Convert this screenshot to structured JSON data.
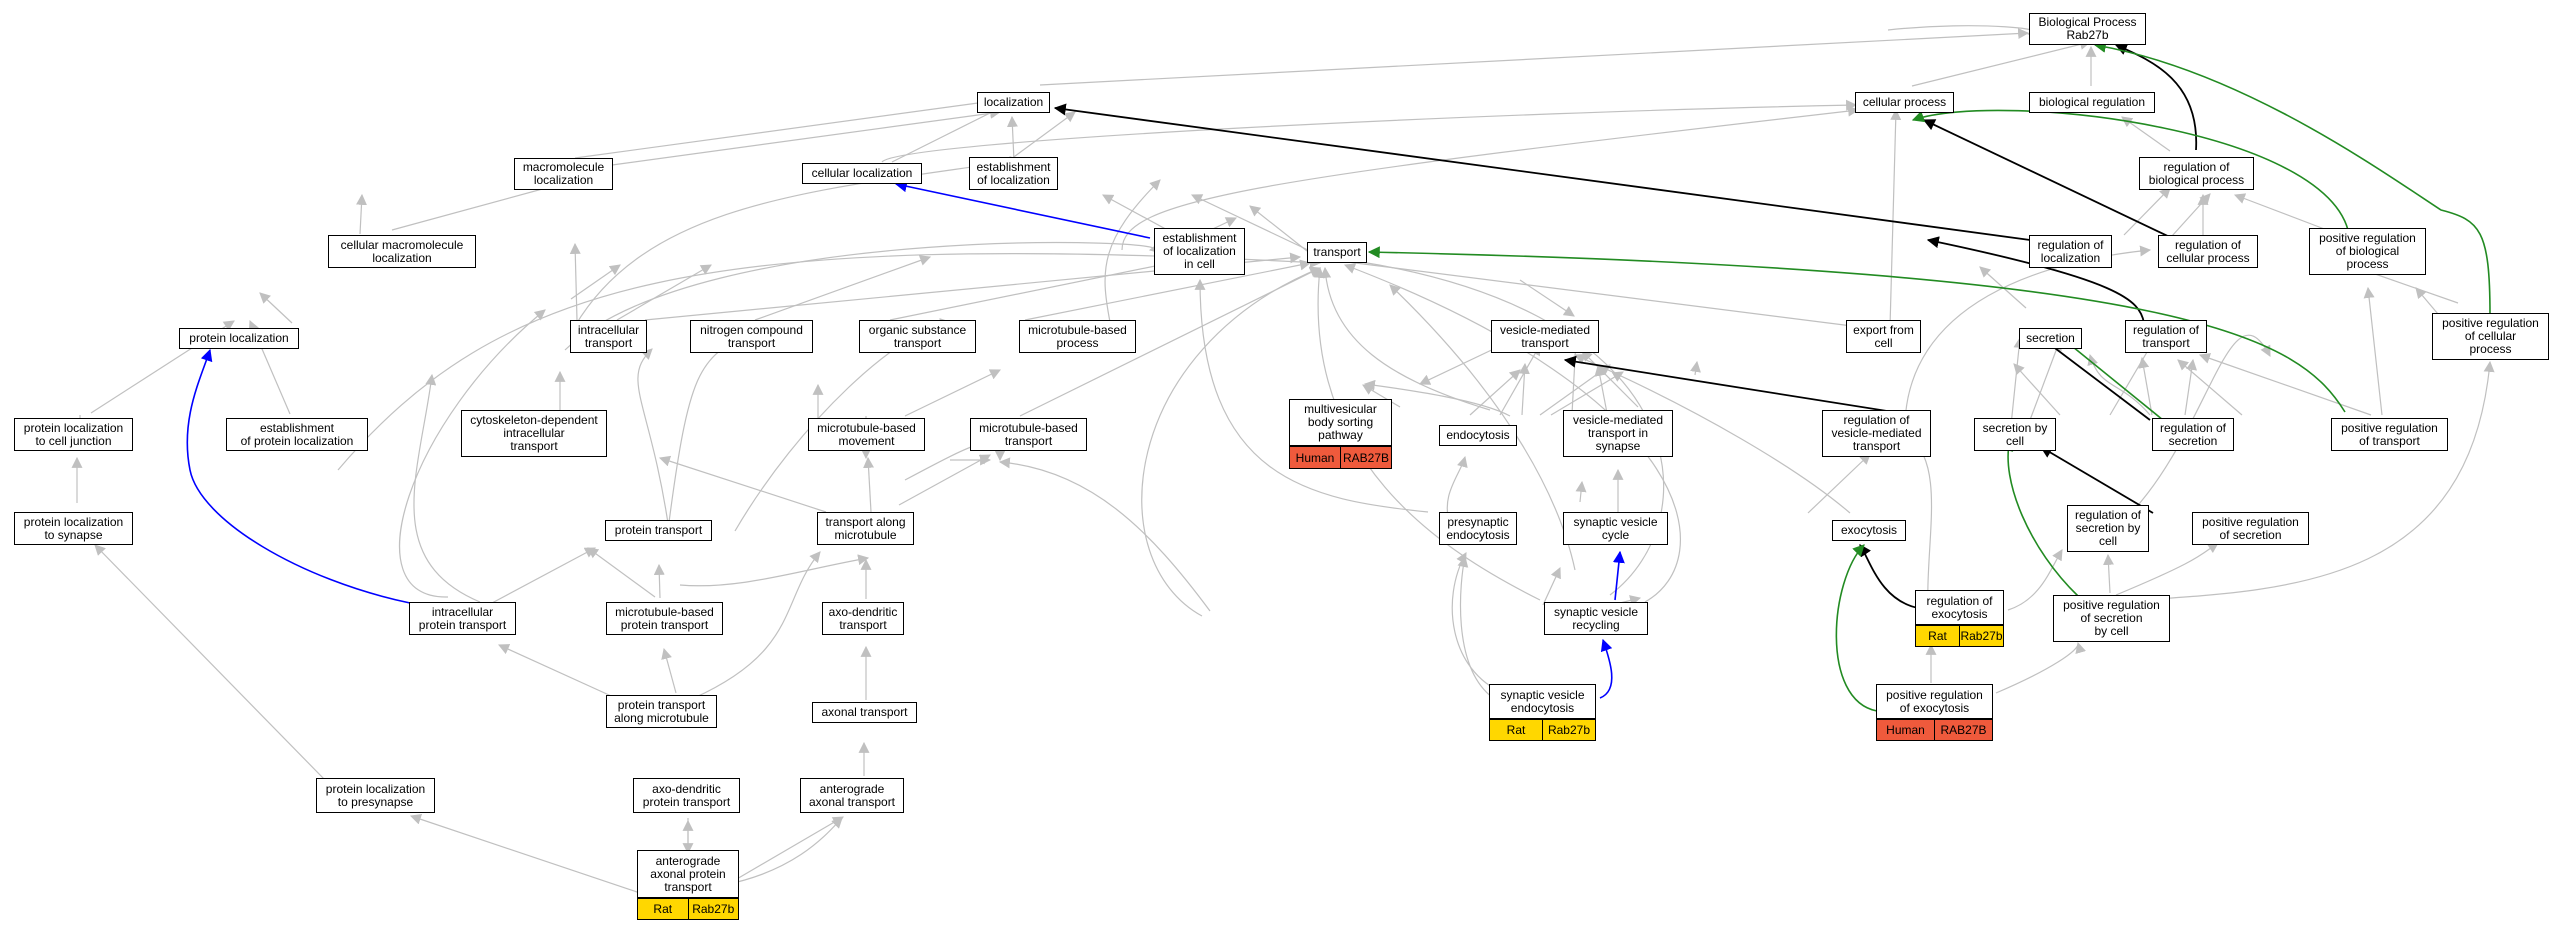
{
  "colors": {
    "gray": "#c0c0c0",
    "black": "#000000",
    "blue": "#0000ff",
    "green": "#228b22",
    "rat": "#ffd700",
    "human": "#ef5a3c"
  },
  "nodes": {
    "bp": "Biological Process\nRab27b",
    "cellular_process": "cellular process",
    "biological_regulation": "biological regulation",
    "localization": "localization",
    "macromolecule_localization": "macromolecule\nlocalization",
    "cellular_localization": "cellular localization",
    "establishment_of_localization": "establishment\nof localization",
    "regulation_of_biological_process": "regulation of\nbiological process",
    "cellular_macromolecule_localization": "cellular macromolecule\nlocalization",
    "establishment_of_localization_in_cell": "establishment\nof localization\nin cell",
    "transport": "transport",
    "regulation_of_localization": "regulation of\nlocalization",
    "regulation_of_cellular_process": "regulation of\ncellular process",
    "positive_regulation_of_biological_process": "positive regulation\nof biological\nprocess",
    "protein_localization": "protein localization",
    "intracellular_transport": "intracellular\ntransport",
    "nitrogen_compound_transport": "nitrogen compound\ntransport",
    "organic_substance_transport": "organic substance\ntransport",
    "microtubule_based_process": "microtubule-based\nprocess",
    "vesicle_mediated_transport": "vesicle-mediated\ntransport",
    "export_from_cell": "export from\ncell",
    "secretion": "secretion",
    "regulation_of_transport": "regulation of\ntransport",
    "positive_regulation_of_cellular_process": "positive regulation\nof cellular\nprocess",
    "protein_localization_to_cell_junction": "protein localization\nto cell junction",
    "establishment_of_protein_localization": "establishment\nof protein localization",
    "cytoskeleton_dependent_intracellular_transport": "cytoskeleton-dependent\nintracellular\ntransport",
    "microtubule_based_movement": "microtubule-based\nmovement",
    "microtubule_based_transport": "microtubule-based\ntransport",
    "multivesicular_body_sorting_pathway": "multivesicular\nbody sorting\npathway",
    "endocytosis": "endocytosis",
    "vesicle_mediated_transport_in_synapse": "vesicle-mediated\ntransport in\nsynapse",
    "regulation_of_vesicle_mediated_transport": "regulation of\nvesicle-mediated\ntransport",
    "secretion_by_cell": "secretion by\ncell",
    "regulation_of_secretion": "regulation of\nsecretion",
    "positive_regulation_of_transport": "positive regulation\nof transport",
    "protein_localization_to_synapse": "protein localization\nto synapse",
    "protein_transport": "protein transport",
    "transport_along_microtubule": "transport along\nmicrotubule",
    "presynaptic_endocytosis": "presynaptic\nendocytosis",
    "synaptic_vesicle_cycle": "synaptic vesicle\ncycle",
    "exocytosis": "exocytosis",
    "regulation_of_secretion_by_cell": "regulation of\nsecretion by\ncell",
    "positive_regulation_of_secretion": "positive regulation\nof secretion",
    "intracellular_protein_transport": "intracellular\nprotein transport",
    "microtubule_based_protein_transport": "microtubule-based\nprotein transport",
    "axo_dendritic_transport": "axo-dendritic\ntransport",
    "synaptic_vesicle_recycling": "synaptic vesicle\nrecycling",
    "regulation_of_exocytosis": "regulation of\nexocytosis",
    "positive_regulation_of_secretion_by_cell": "positive regulation\nof secretion\nby cell",
    "protein_transport_along_microtubule": "protein transport\nalong microtubule",
    "axonal_transport": "axonal transport",
    "synaptic_vesicle_endocytosis": "synaptic vesicle\nendocytosis",
    "positive_regulation_of_exocytosis": "positive regulation\nof exocytosis",
    "protein_localization_to_presynapse": "protein localization\nto presynapse",
    "axo_dendritic_protein_transport": "axo-dendritic\nprotein transport",
    "anterograde_axonal_transport": "anterograde\naxonal transport",
    "anterograde_axonal_protein_transport": "anterograde\naxonal protein\ntransport"
  },
  "annotations": {
    "multivesicular_body_sorting_pathway": {
      "species": "Human",
      "gene": "RAB27B",
      "color": "#ef5a3c"
    },
    "regulation_of_exocytosis": {
      "species": "Rat",
      "gene": "Rab27b",
      "color": "#ffd700"
    },
    "synaptic_vesicle_endocytosis": {
      "species": "Rat",
      "gene": "Rab27b",
      "color": "#ffd700"
    },
    "positive_regulation_of_exocytosis": {
      "species": "Human",
      "gene": "RAB27B",
      "color": "#ef5a3c"
    },
    "anterograde_axonal_protein_transport": {
      "species": "Rat",
      "gene": "Rab27b",
      "color": "#ffd700"
    }
  }
}
